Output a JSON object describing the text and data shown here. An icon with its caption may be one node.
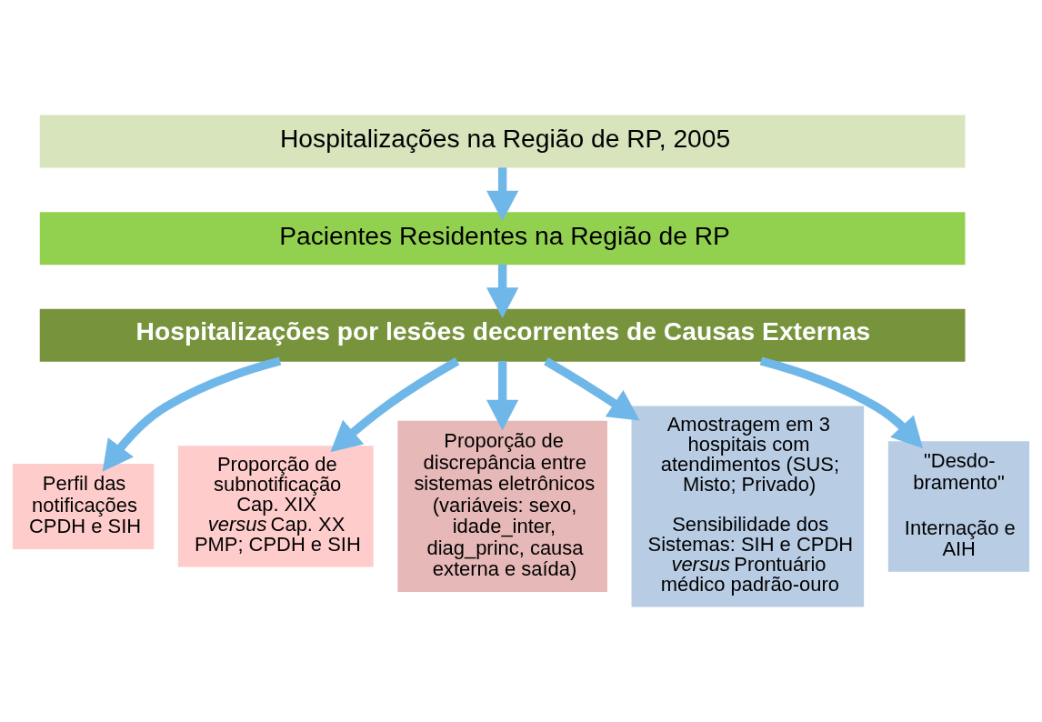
{
  "diagram": {
    "nodes": [
      {
        "text": [
          "Hospitalizações na Região de RP, 2005"
        ]
      },
      {
        "text": [
          "Pacientes Residentes na Região de RP"
        ]
      },
      {
        "text": [
          "Hospitalizações por lesões decorrentes de Causas Externas"
        ]
      },
      {
        "text": [
          "Perfil das notificações CPDH e SIH"
        ]
      },
      {
        "text": [
          "Proporção de subnotificação Cap. XIX *versus* Cap. XX PMP; CPDH e SIH"
        ]
      },
      {
        "text": [
          "Proporção de discrepância entre sistemas eletrônicos (variáveis: sexo, idade_inter, diag_princ, causa externa e saída)"
        ]
      },
      {
        "text": [
          "Amostragem em 3 hospitais com atendimentos (SUS; Misto; Privado)",
          "Sensibilidade dos Sistemas: SIH e CPDH *versus* Prontuário médico padrão-ouro"
        ]
      },
      {
        "text": [
          "\"Desdo-bramento\"",
          "Internação e AIH"
        ]
      }
    ],
    "edges": [
      {
        "from": 0,
        "to": 1,
        "arrow": "to"
      },
      {
        "from": 1,
        "to": 2,
        "arrow": "to"
      },
      {
        "from": 2,
        "to": 3,
        "arrow": "to"
      },
      {
        "from": 2,
        "to": 4,
        "arrow": "to"
      },
      {
        "from": 2,
        "to": 5,
        "arrow": "to"
      },
      {
        "from": 2,
        "to": 6,
        "arrow": "to"
      },
      {
        "from": 2,
        "to": 7,
        "arrow": "to"
      }
    ]
  }
}
